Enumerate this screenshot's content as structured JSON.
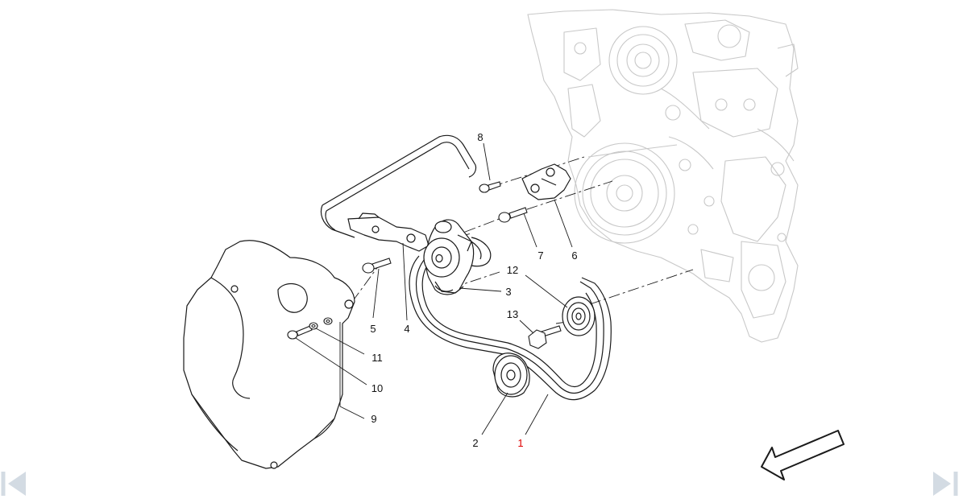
{
  "diagram": {
    "callouts": [
      {
        "id": "c1",
        "label": "1",
        "color": "#e00000"
      },
      {
        "id": "c2",
        "label": "2",
        "color": "#111111"
      },
      {
        "id": "c3",
        "label": "3",
        "color": "#111111"
      },
      {
        "id": "c4",
        "label": "4",
        "color": "#111111"
      },
      {
        "id": "c5",
        "label": "5",
        "color": "#111111"
      },
      {
        "id": "c6",
        "label": "6",
        "color": "#111111"
      },
      {
        "id": "c7",
        "label": "7",
        "color": "#111111"
      },
      {
        "id": "c8",
        "label": "8",
        "color": "#111111"
      },
      {
        "id": "c9",
        "label": "9",
        "color": "#111111"
      },
      {
        "id": "c10",
        "label": "10",
        "color": "#111111"
      },
      {
        "id": "c11",
        "label": "11",
        "color": "#111111"
      },
      {
        "id": "c12",
        "label": "12",
        "color": "#111111"
      },
      {
        "id": "c13",
        "label": "13",
        "color": "#111111"
      }
    ]
  },
  "nav": {
    "prev_icon": "chevron-left-icon",
    "next_icon": "chevron-right-icon",
    "icon_color": "#d3dbe3"
  },
  "colors": {
    "line": "#1a1a1a",
    "ghost": "#c8c8c8",
    "highlight": "#e00000"
  }
}
